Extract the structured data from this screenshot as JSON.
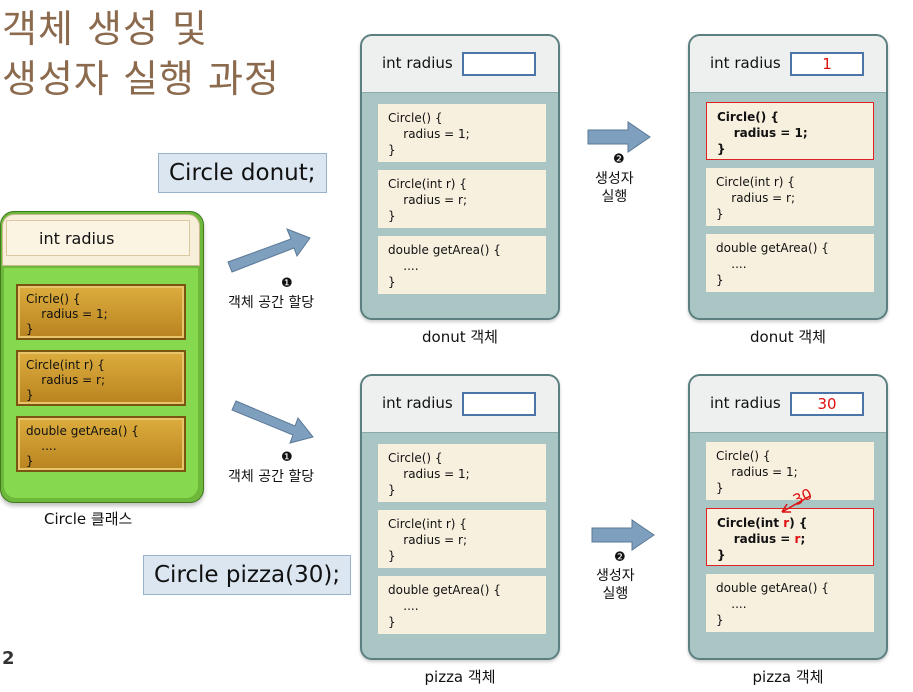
{
  "title": {
    "line1": "객체 생성 및",
    "line2": "생성자 실행 과정"
  },
  "page_number": "2",
  "class_box": {
    "field": "int radius",
    "methods": [
      "Circle() {\n    radius = 1;\n}",
      "Circle(int r) {\n    radius = r;\n}",
      "double getArea() {\n    ....\n}"
    ],
    "caption": "Circle 클래스"
  },
  "declarations": {
    "donut": "Circle donut;",
    "pizza": "Circle pizza(30);"
  },
  "steps": {
    "alloc_marker": "❶",
    "alloc_label": "객체 공간 할당",
    "exec_marker": "❷",
    "exec_label_1": "생성자",
    "exec_label_2": "실행"
  },
  "objects": {
    "donut_before": {
      "field": "int radius",
      "value": "",
      "caption": "donut 객체",
      "methods": [
        "Circle() {\n    radius = 1;\n}",
        "Circle(int r) {\n    radius = r;\n}",
        "double getArea() {\n    ....\n}"
      ]
    },
    "donut_after": {
      "field": "int radius",
      "value": "1",
      "caption": "donut 객체",
      "methods": [
        "Circle() {\n    radius = 1;\n}",
        "Circle(int r) {\n    radius = r;\n}",
        "double getArea() {\n    ....\n}"
      ]
    },
    "pizza_before": {
      "field": "int radius",
      "value": "",
      "caption": "pizza 객체",
      "methods": [
        "Circle() {\n    radius = 1;\n}",
        "Circle(int r) {\n    radius = r;\n}",
        "double getArea() {\n    ....\n}"
      ]
    },
    "pizza_after": {
      "field": "int radius",
      "value": "30",
      "caption": "pizza 객체",
      "methods": [
        "Circle() {\n    radius = 1;\n}",
        "double getArea() {\n    ....\n}"
      ],
      "highlight": {
        "l1a": "Circle(int ",
        "l1b": "r",
        "l1c": ") {",
        "l2a": "    radius = ",
        "l2b": "r",
        "l2c": ";",
        "l3": "}",
        "annotation": "30"
      }
    }
  },
  "colors": {
    "arrow": "#7f9fbf",
    "highlight": "#dd2222",
    "class_green": "#6db83a",
    "object_body": "#a9c6c4"
  }
}
